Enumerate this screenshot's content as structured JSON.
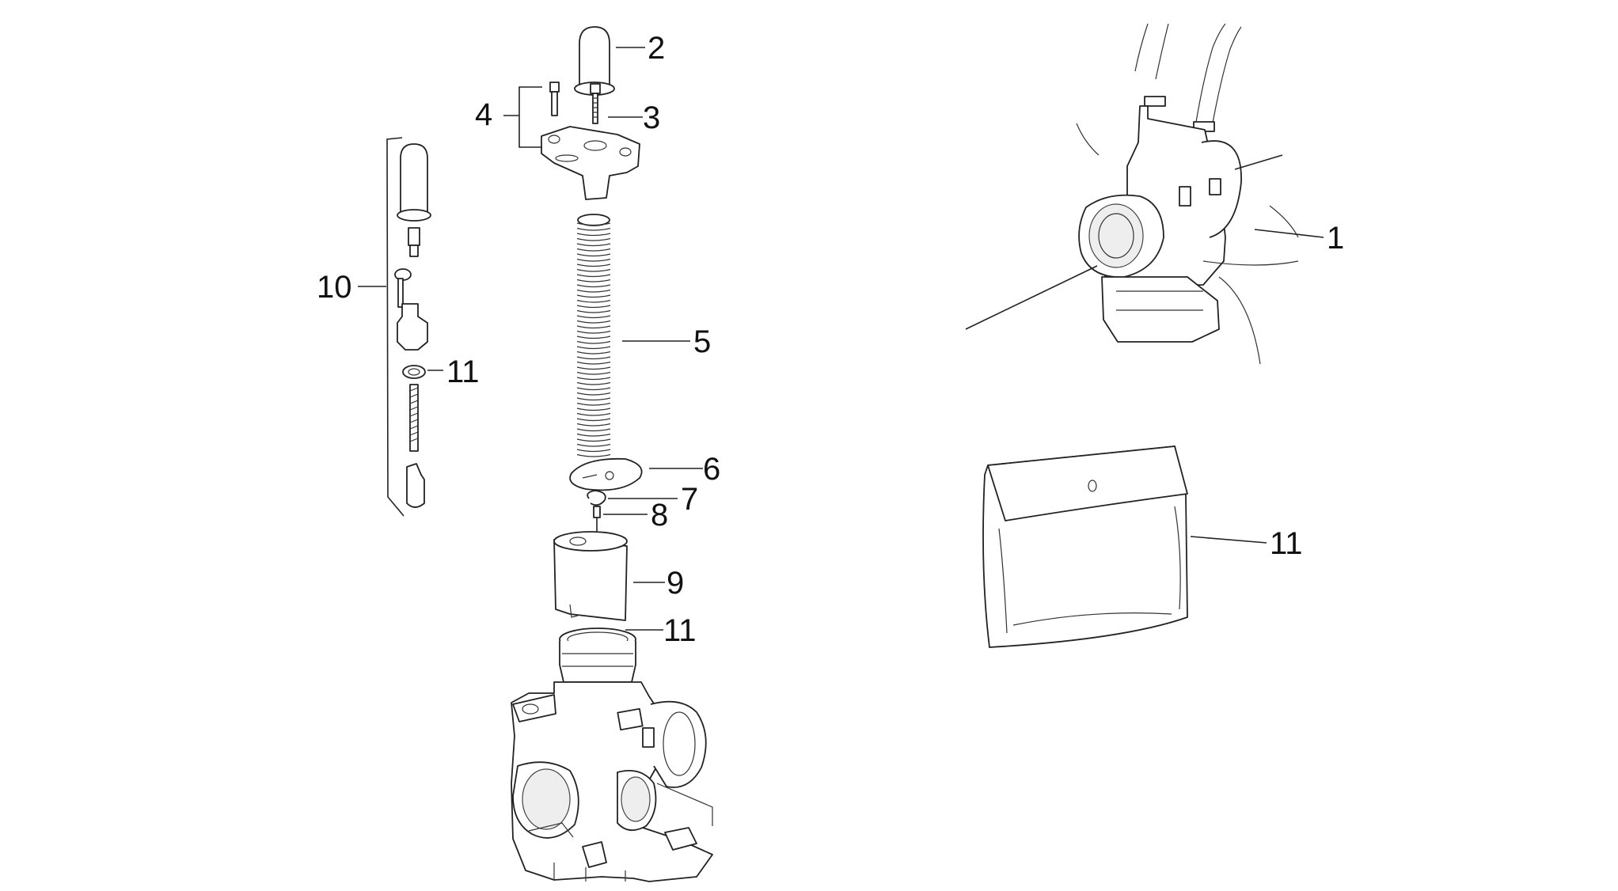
{
  "callouts": {
    "c1": "1",
    "c2": "2",
    "c3": "3",
    "c4": "4",
    "c5": "5",
    "c6": "6",
    "c7": "7",
    "c8": "8",
    "c9": "9",
    "c10": "10",
    "c11_idle": "11",
    "c11_body": "11",
    "c11_bag": "11"
  },
  "icons": {
    "carburetor_assembly": "carburetor-assembly-icon",
    "spare_parts_bag": "spare-parts-bag-icon"
  }
}
